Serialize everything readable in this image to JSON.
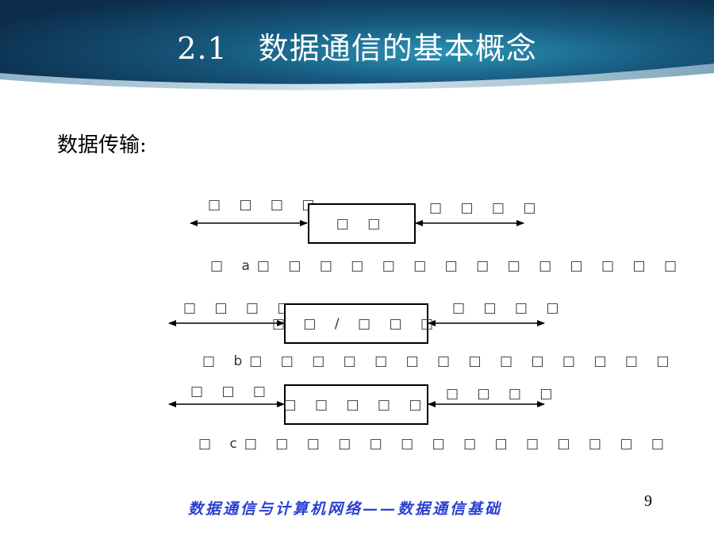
{
  "header": {
    "title": "2.1　数据通信的基本概念",
    "bg_color": "#0f3a5c",
    "accent": "#2a8fb0"
  },
  "section": {
    "label": "数据传输:"
  },
  "diagrams": [
    {
      "left_label": "□ □ □ □",
      "right_label": "□ □ □ □",
      "box_label": "□ □",
      "caption": "□ a□ □ □ □ □ □ □ □ □ □ □ □ □ □"
    },
    {
      "left_label": "□ □ □ □",
      "right_label": "□ □ □ □",
      "box_label": "□ □ / □ □ □",
      "caption": "□ b□ □ □ □ □ □ □ □ □ □ □ □ □ □"
    },
    {
      "left_label": "□ □ □ □",
      "right_label": "□ □ □ □",
      "box_label": "□ □ □ □ □",
      "caption": "□ c□ □ □ □ □ □ □ □ □ □ □ □ □ □"
    }
  ],
  "footer": {
    "text": "数据通信与计算机网络——数据通信基础",
    "color": "#2a3fd0"
  },
  "page_number": "9"
}
